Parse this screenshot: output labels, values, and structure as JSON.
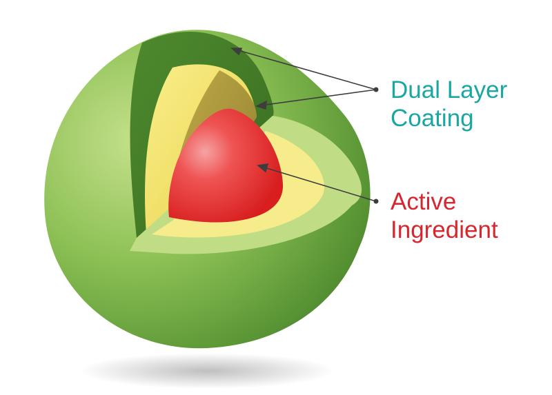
{
  "colors": {
    "coating_text": "#1aa7a2",
    "ingredient_text": "#d8262e",
    "outer_shell": "#7db04a",
    "outer_shell_dark": "#3f7424",
    "inner_coating": "#f0df5a",
    "inner_coating_dark": "#a8963a",
    "core": "#e62a2a",
    "core_light": "#f7a9a9",
    "leader_line": "#3d3d3d"
  },
  "labels": {
    "coating": {
      "line1": "Dual Layer",
      "line2": "Coating"
    },
    "ingredient": {
      "line1": "Active",
      "line2": "Ingredient"
    }
  }
}
